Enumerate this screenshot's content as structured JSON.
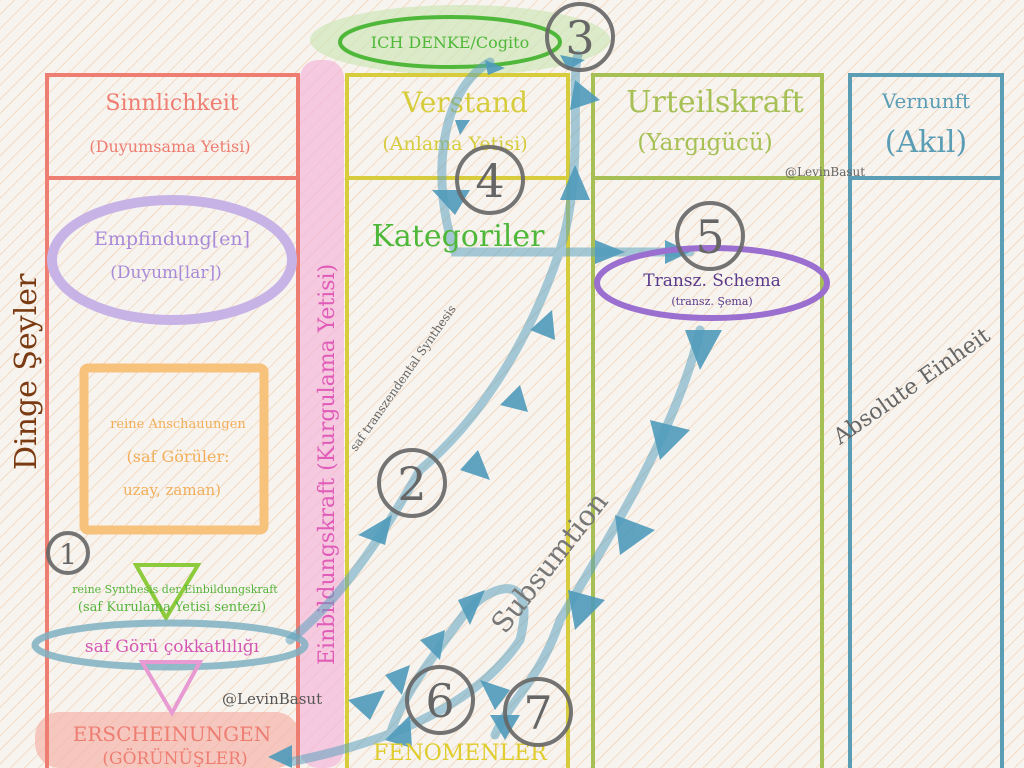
{
  "columns": {
    "sinnlichkeit": {
      "title": "Sinnlichkeit",
      "subtitle": "(Duyumsama Yetisi)"
    },
    "verstand": {
      "title": "Verstand",
      "subtitle": "(Anlama Yetisi)"
    },
    "urteilskraft": {
      "title": "Urteilskraft",
      "subtitle": "(Yargıgücü)"
    },
    "vernunft": {
      "title": "Vernunft",
      "subtitle": "(Akıl)"
    }
  },
  "labels": {
    "dinge": "Dinge Şeyler",
    "einbildungskraft": "Einbildungskraft (Kurgulama Yetisi)",
    "cogito": "ICH DENKE/Cogito",
    "empfindung": "Empfindung[en]",
    "duyum": "(Duyum[lar])",
    "anschauungen": "reine Anschauungen",
    "saf_goruler": "(saf Görüler:",
    "uzay": "uzay, zaman)",
    "reine_synthesis": "reine Synthesis der Einbildungskraft",
    "saf_kurulama": "(saf Kurulama Yetisi sentezi)",
    "cokkatlilik": "saf Görü çokkatlılığı",
    "erscheinungen": "ERSCHEINUNGEN",
    "gorunusler": "(GÖRÜNÜŞLER)",
    "kategoriler": "Kategoriler",
    "schema": "Transz. Schema",
    "sema": "(transz. Şema)",
    "transz_synthesis": "saf transzendental Synthesis",
    "subsumtion": "Subsumtion",
    "absolute": "Absolute Einheit",
    "fenomenler": "FENOMENLER",
    "watermark1": "@LevinBasut",
    "watermark2": "@LevinBasut"
  },
  "steps": [
    "1",
    "2",
    "3",
    "4",
    "5",
    "6",
    "7"
  ],
  "colors": {
    "red": "#ee7d72",
    "pink": "#e05cb8",
    "yellow": "#d6cc3c",
    "green": "#a6c055",
    "teal": "#5b9db5",
    "arrow": "#4f9bbb",
    "purple": "#9b6fcf"
  }
}
